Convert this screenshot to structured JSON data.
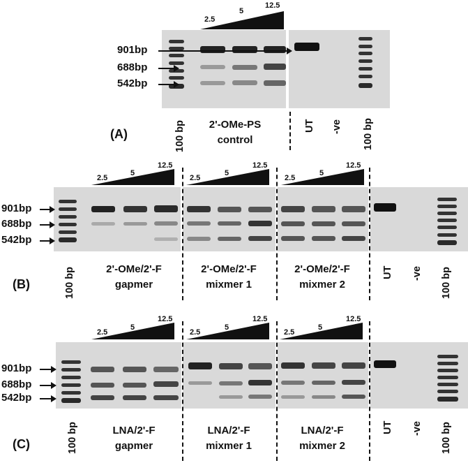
{
  "panels": {
    "a": {
      "letter": "(A)",
      "markers": [
        "901bp",
        "688bp",
        "542bp"
      ],
      "concentrations": [
        "2.5",
        "5",
        "12.5"
      ],
      "ladder_label": "100 bp",
      "ladder_label_right": "100 bp",
      "ut_label": "UT",
      "neg_label": "-ve",
      "caption": {
        "line1": "2'-OMe-PS",
        "line2": "control"
      }
    },
    "b": {
      "letter": "(B)",
      "markers": [
        "901bp",
        "688bp",
        "542bp"
      ],
      "concentrations": [
        "2.5",
        "5",
        "12.5"
      ],
      "ladder_label": "100 bp",
      "ladder_label_right": "100 bp",
      "ut_label": "UT",
      "neg_label": "-ve",
      "captions": [
        {
          "line1": "2'-OMe/2'-F",
          "line2": "gapmer"
        },
        {
          "line1": "2'-OMe/2'-F",
          "line2": "mixmer 1"
        },
        {
          "line1": "2'-OMe/2'-F",
          "line2": "mixmer 2"
        }
      ]
    },
    "c": {
      "letter": "(C)",
      "markers": [
        "901bp",
        "688bp",
        "542bp"
      ],
      "concentrations": [
        "2.5",
        "5",
        "12.5"
      ],
      "ladder_label": "100 bp",
      "ladder_label_right": "100 bp",
      "ut_label": "UT",
      "neg_label": "-ve",
      "captions": [
        {
          "line1": "LNA/2'-F",
          "line2": "gapmer"
        },
        {
          "line1": "LNA/2'-F",
          "line2": "mixmer 1"
        },
        {
          "line1": "LNA/2'-F",
          "line2": "mixmer 2"
        }
      ]
    }
  }
}
